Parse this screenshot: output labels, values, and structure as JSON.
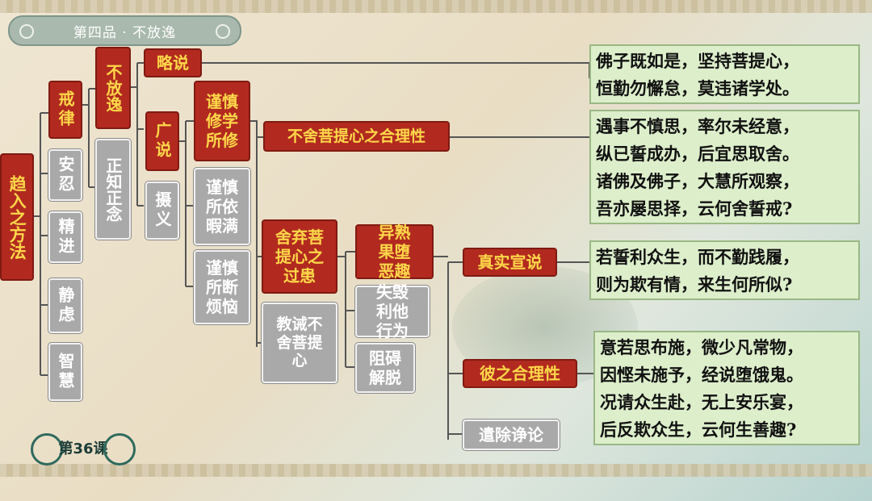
{
  "header": {
    "title": "第四品 · 不放逸"
  },
  "footer": {
    "lesson": "第36课"
  },
  "nodes": {
    "root": "趋入之方法",
    "jielv": "戒律",
    "anren": "安忍",
    "jingjin": "精进",
    "jinglv": "静虑",
    "zhihui": "智慧",
    "bufangyi": "不放逸",
    "zhengzhi": "正知正念",
    "lueshuo": "略说",
    "guangshuo": "广说",
    "sheyi": "摄义",
    "jinshen_xiuxue": "谨慎修学所修",
    "jinshen_suoyi": "谨慎所依暇满",
    "jinshen_duan": "谨慎所断烦恼",
    "bushe_heli": "不舍菩提心之合理性",
    "shequ_guohuan": "舍弃菩提心之过患",
    "jiaojie": "教诫不舍菩提心",
    "yishu_guo": "异熟果堕恶趣",
    "shihui": "失毁利他行为",
    "zuai": "阻碍解脱",
    "zhenshi": "真实宣说",
    "bi_heli": "彼之合理性",
    "qianchu": "遣除诤论"
  },
  "quotes": {
    "q1": "佛子既如是，坚持菩提心，\n恒勤勿懈怠，莫违诸学处。",
    "q2": "遇事不慎思，率尔未经意，\n纵已誓成办，后宜思取舍。\n诸佛及佛子，大慧所观察，\n吾亦屡思择，云何舍誓戒?",
    "q3": "若誓利众生，而不勤践履，\n则为欺有情，来生何所似?",
    "q4": "意若思布施，微少凡常物，\n因悭未施予，经说堕饿鬼。\n况请众生赴，无上安乐宴，\n后反欺众生，云何生善趣?"
  }
}
